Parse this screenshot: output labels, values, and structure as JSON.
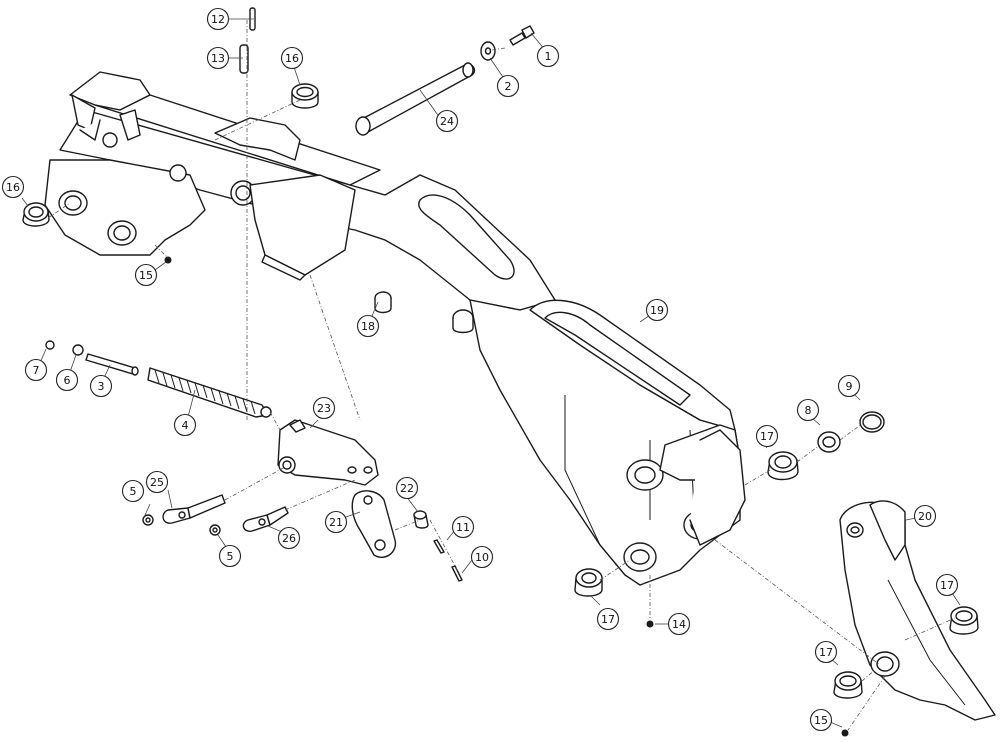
{
  "diagram": {
    "callouts": [
      {
        "id": "c1",
        "label": "1"
      },
      {
        "id": "c2",
        "label": "2"
      },
      {
        "id": "c3",
        "label": "3"
      },
      {
        "id": "c4",
        "label": "4"
      },
      {
        "id": "c5a",
        "label": "5"
      },
      {
        "id": "c5b",
        "label": "5"
      },
      {
        "id": "c6",
        "label": "6"
      },
      {
        "id": "c7",
        "label": "7"
      },
      {
        "id": "c8",
        "label": "8"
      },
      {
        "id": "c9",
        "label": "9"
      },
      {
        "id": "c10",
        "label": "10"
      },
      {
        "id": "c11",
        "label": "11"
      },
      {
        "id": "c12",
        "label": "12"
      },
      {
        "id": "c13",
        "label": "13"
      },
      {
        "id": "c14",
        "label": "14"
      },
      {
        "id": "c15a",
        "label": "15"
      },
      {
        "id": "c15b",
        "label": "15"
      },
      {
        "id": "c16a",
        "label": "16"
      },
      {
        "id": "c16b",
        "label": "16"
      },
      {
        "id": "c17a",
        "label": "17"
      },
      {
        "id": "c17b",
        "label": "17"
      },
      {
        "id": "c17c",
        "label": "17"
      },
      {
        "id": "c17d",
        "label": "17"
      },
      {
        "id": "c18",
        "label": "18"
      },
      {
        "id": "c19",
        "label": "19"
      },
      {
        "id": "c20",
        "label": "20"
      },
      {
        "id": "c21",
        "label": "21"
      },
      {
        "id": "c22",
        "label": "22"
      },
      {
        "id": "c23",
        "label": "23"
      },
      {
        "id": "c24",
        "label": "24"
      },
      {
        "id": "c25",
        "label": "25"
      },
      {
        "id": "c26",
        "label": "26"
      }
    ]
  }
}
